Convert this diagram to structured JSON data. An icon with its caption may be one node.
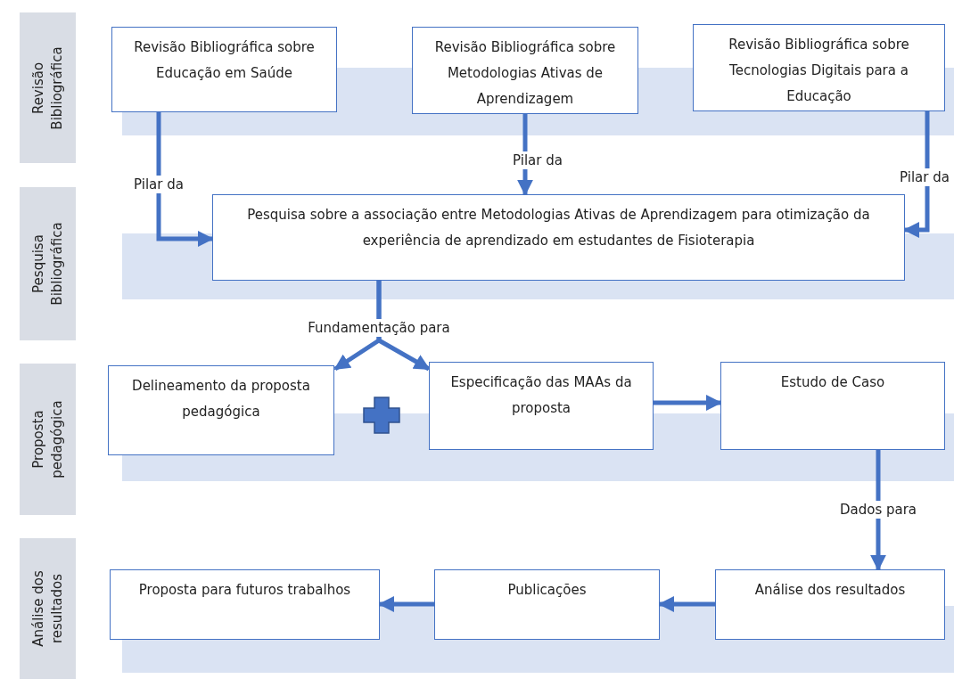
{
  "diagram": {
    "nodes": [
      {
        "text": [
          "Revisão Bibliográfica"
        ]
      },
      {
        "text": [
          "Revisão Bibliográfica sobre Educação em Saúde"
        ]
      },
      {
        "text": [
          "Revisão Bibliográfica sobre Metodologias Ativas de Aprendizagem"
        ]
      },
      {
        "text": [
          "Revisão Bibliográfica sobre Tecnologias Digitais para a Educação"
        ]
      },
      {
        "text": [
          "Pesquisa Bibliográfica"
        ]
      },
      {
        "text": [
          "Pesquisa sobre a associação entre Metodologias Ativas de Aprendizagem para otimização da experiência de aprendizado em estudantes de Fisioterapia"
        ]
      },
      {
        "text": [
          "Proposta pedagógica"
        ]
      },
      {
        "text": [
          "Delineamento da proposta pedagógica"
        ]
      },
      {
        "text": [
          "Especificação das MAAs da proposta"
        ]
      },
      {
        "text": [
          "Estudo de Caso"
        ]
      },
      {
        "text": [
          "Análise dos resultados"
        ]
      },
      {
        "text": [
          "Proposta para futuros trabalhos"
        ]
      },
      {
        "text": [
          "Publicações"
        ]
      },
      {
        "text": [
          "Análise dos resultados"
        ]
      }
    ],
    "edges": [
      {
        "from": 1,
        "to": 5,
        "arrow": "to",
        "label": "Pilar da"
      },
      {
        "from": 2,
        "to": 5,
        "arrow": "to",
        "label": "Pilar da"
      },
      {
        "from": 3,
        "to": 5,
        "arrow": "to",
        "label": "Pilar da"
      },
      {
        "from": 5,
        "to": 7,
        "arrow": "to",
        "label": "Fundamentação para"
      },
      {
        "from": 5,
        "to": 8,
        "arrow": "to"
      },
      {
        "from": 8,
        "to": 9,
        "arrow": "to"
      },
      {
        "from": 9,
        "to": 13,
        "arrow": "to",
        "label": "Dados para"
      },
      {
        "from": 13,
        "to": 12,
        "arrow": "to"
      },
      {
        "from": 12,
        "to": 11,
        "arrow": "to"
      }
    ]
  }
}
